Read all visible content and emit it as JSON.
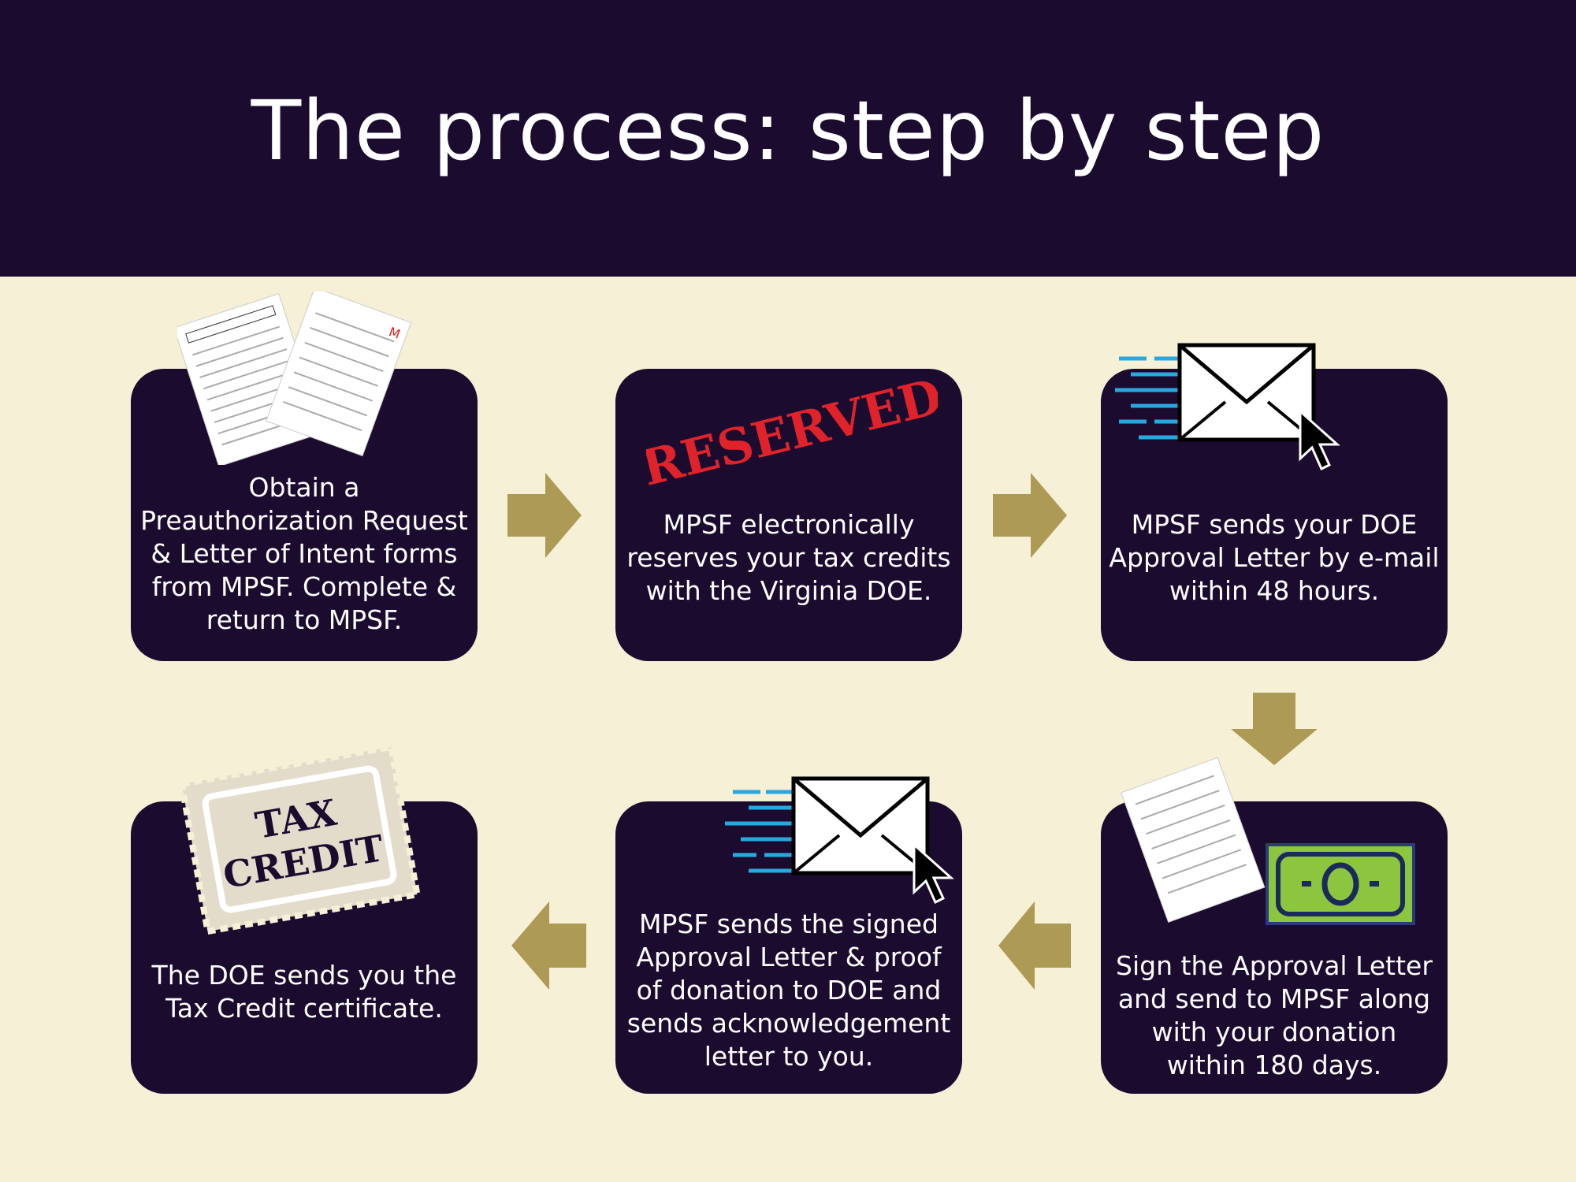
{
  "title": "The process: step by step",
  "colors": {
    "header": "#1a0b2f",
    "background": "#f6f0d6",
    "box": "#1a0b2f",
    "arrow": "#ac9a55",
    "stamp_red": "#e0232a",
    "money_green": "#8cc63f"
  },
  "steps": [
    {
      "text": "Obtain a Preauthorization Request & Letter of Intent forms from MPSF. Complete & return to MPSF.",
      "icon": "documents-icon"
    },
    {
      "text": "MPSF  electronically reserves your tax credits with the Virginia DOE.",
      "icon": "reserved-stamp-icon",
      "stamp_text": "RESERVED"
    },
    {
      "text": "MPSF sends your DOE Approval Letter by e-mail within 48 hours.",
      "icon": "email-icon"
    },
    {
      "text": "Sign the Approval Letter and send to MPSF along with your donation within 180 days.",
      "icon": "document-money-icon"
    },
    {
      "text": "MPSF sends the  signed Approval Letter & proof of donation to DOE and sends acknowledgement letter to you.",
      "icon": "email-icon"
    },
    {
      "text": "The DOE sends you the Tax Credit certificate.",
      "icon": "tax-credit-stamp-icon",
      "stamp_text": [
        "TAX",
        "CREDIT"
      ]
    }
  ]
}
